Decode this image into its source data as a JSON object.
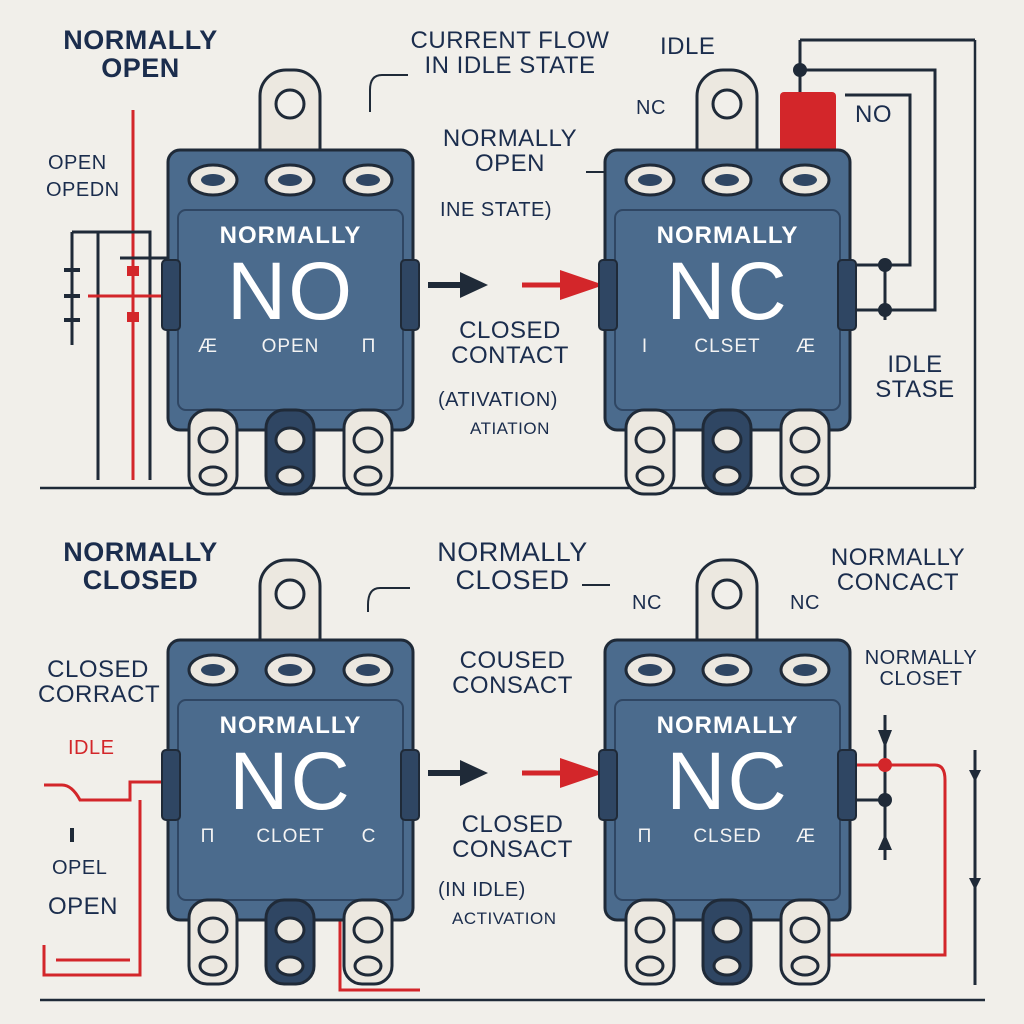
{
  "colors": {
    "background": "#f1efea",
    "switch_body": "#4b6b8d",
    "switch_dark": "#2f4663",
    "wire_dark": "#1f2a38",
    "wire_red": "#d3262a",
    "terminal": "#ece8e0",
    "label_text": "#1b2d4d"
  },
  "top_panel": {
    "title": "NORMALLY\nOPEN",
    "left_labels": {
      "open_1": "OPEN",
      "open_2": "OPEDN"
    },
    "annotation_current_flow": "CURRENT FLOW\nIN IDLE STATE",
    "annotation_normally_open": "NORMALLY\nOPEN",
    "annotation_ine_state": "INE STATE)",
    "closed_contact": "CLOSED\nCONTACT",
    "ativation_1": "(ATIVATION)",
    "ativation_2": "ATIATION",
    "label_idle": "IDLE",
    "label_nc": "NC",
    "label_no": "NO",
    "idle_stase": "IDLE\nSTASE",
    "switch_left": {
      "heading": "NORMALLY",
      "big": "NO",
      "sub": "OPEN",
      "marks": [
        "Æ",
        "π"
      ]
    },
    "switch_right": {
      "heading": "NORMALLY",
      "big": "NC",
      "sub": "CLSET",
      "marks": [
        "I",
        "Æ"
      ]
    }
  },
  "bottom_panel": {
    "title": "NORMALLY\nCLOSED",
    "left_labels": {
      "closed_contract": "CLOSED\nCORRACT",
      "idle": "IDLE",
      "opel": "OPEL",
      "open": "OPEN"
    },
    "annotation_normally_closed": "NORMALLY\nCLOSED",
    "coused_consact": "COUSED\nCONSACT",
    "closed_consact": "CLOSED\nCONSACT",
    "in_idle": "(IN IDLE)",
    "activation": "ACTIVATION",
    "label_nc_1": "NC",
    "label_nc_2": "NC",
    "normally_concact": "NORMALLY\nCONCACT",
    "normally_closet": "NORMALLY\nCLOSET",
    "switch_left": {
      "heading": "NORMALLY",
      "big": "NC",
      "sub": "CLOET",
      "marks": [
        "π",
        "C"
      ]
    },
    "switch_right": {
      "heading": "NORMALLY",
      "big": "NC",
      "sub": "CLSED",
      "marks": [
        "π",
        "Æ"
      ]
    }
  }
}
